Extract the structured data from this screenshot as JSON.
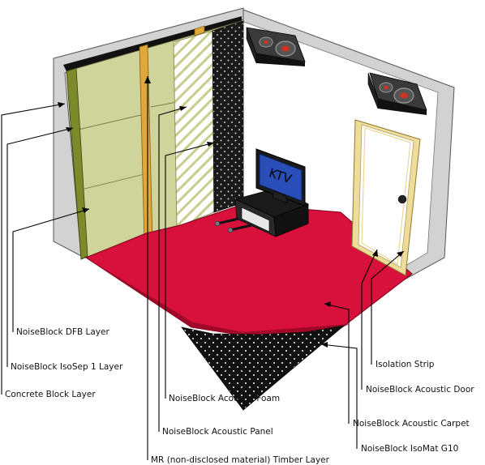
{
  "tv": {
    "screen_text": "KTV"
  },
  "labels": {
    "dfb_layer": "NoiseBlock DFB Layer",
    "isosep_layer": "NoiseBlock IsoSep 1 Layer",
    "concrete_layer": "Concrete Block Layer",
    "acoustic_foam": "NoiseBlock Acoustic Foam",
    "acoustic_panel": "NoiseBlock Acoustic Panel",
    "timber_layer": "MR (non-disclosed material) Timber Layer",
    "isolation_strip": "Isolation Strip",
    "acoustic_door": "NoiseBlock Acoustic Door",
    "acoustic_carpet": "NoiseBlock Acoustic Carpet",
    "isomat": "NoiseBlock IsoMat G10"
  },
  "colors": {
    "concrete": "#d2d2d2",
    "panel_green": "#cfd49b",
    "timber": "#e0a83a",
    "carpet": "#d8103c",
    "foam": "#1a1a1a",
    "door_frame": "#f0dc9a"
  }
}
